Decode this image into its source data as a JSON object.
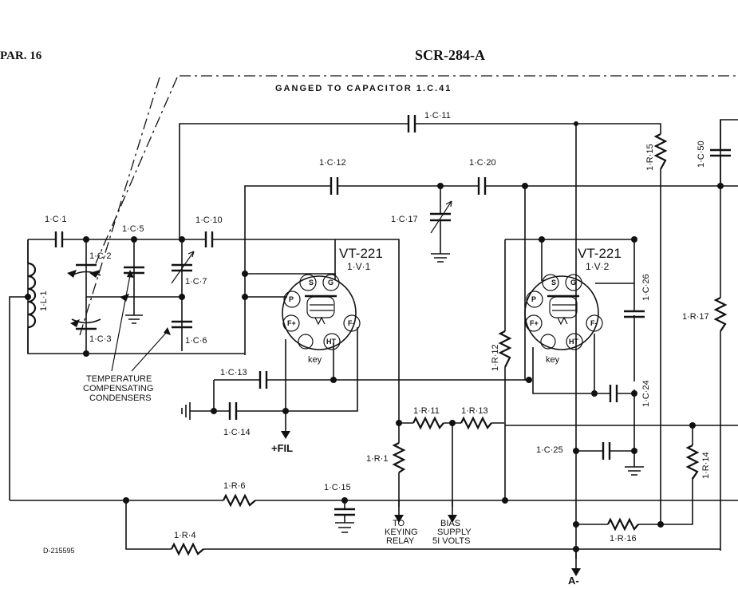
{
  "header": {
    "left": "PAR. 16",
    "center": "SCR-284-A"
  },
  "notes": {
    "ganged": "GANGED TO CAPACITOR 1.C.41",
    "temp_line1": "TEMPERATURE",
    "temp_line2": "COMPENSATING",
    "temp_line3": "CONDENSERS",
    "drawing_no": "D-215595"
  },
  "capacitors": {
    "c1": "1·C·1",
    "c2": "1·C·2",
    "c3": "1·C·3",
    "c5": "1·C·5",
    "c6": "1·C·6",
    "c7": "1·C·7",
    "c10": "1·C·10",
    "c11": "1·C·11",
    "c12": "1·C·12",
    "c13": "1·C·13",
    "c14": "1·C·14",
    "c15": "1·C·15",
    "c17": "1·C·17",
    "c20": "1·C·20",
    "c24": "1·C·24",
    "c25": "1·C·25",
    "c26": "1·C·26",
    "c50": "1·C·50"
  },
  "resistors": {
    "r1": "1·R·1",
    "r4": "1·R·4",
    "r6": "1·R·6",
    "r11": "1·R·11",
    "r12": "1·R·12",
    "r13": "1·R·13",
    "r14": "1·R·14",
    "r15": "1·R·15",
    "r16": "1·R·16",
    "r17": "1·R·17"
  },
  "inductor": {
    "l1": "1·L·1"
  },
  "tube1": {
    "type": "VT-221",
    "ref": "1·V·1",
    "key": "key"
  },
  "tube2": {
    "type": "VT-221",
    "ref": "1·V·2",
    "key": "key"
  },
  "tube_pins": {
    "s": "S",
    "g": "G",
    "p": "P",
    "fplus": "F+",
    "fminus": "F-",
    "ht": "HT"
  },
  "terminals": {
    "fil": "+FIL",
    "keying1": "TO",
    "keying2": "KEYING",
    "keying3": "RELAY",
    "bias1": "BIAS",
    "bias2": "SUPPLY",
    "bias3": "5I VOLTS",
    "a_minus": "A-"
  }
}
